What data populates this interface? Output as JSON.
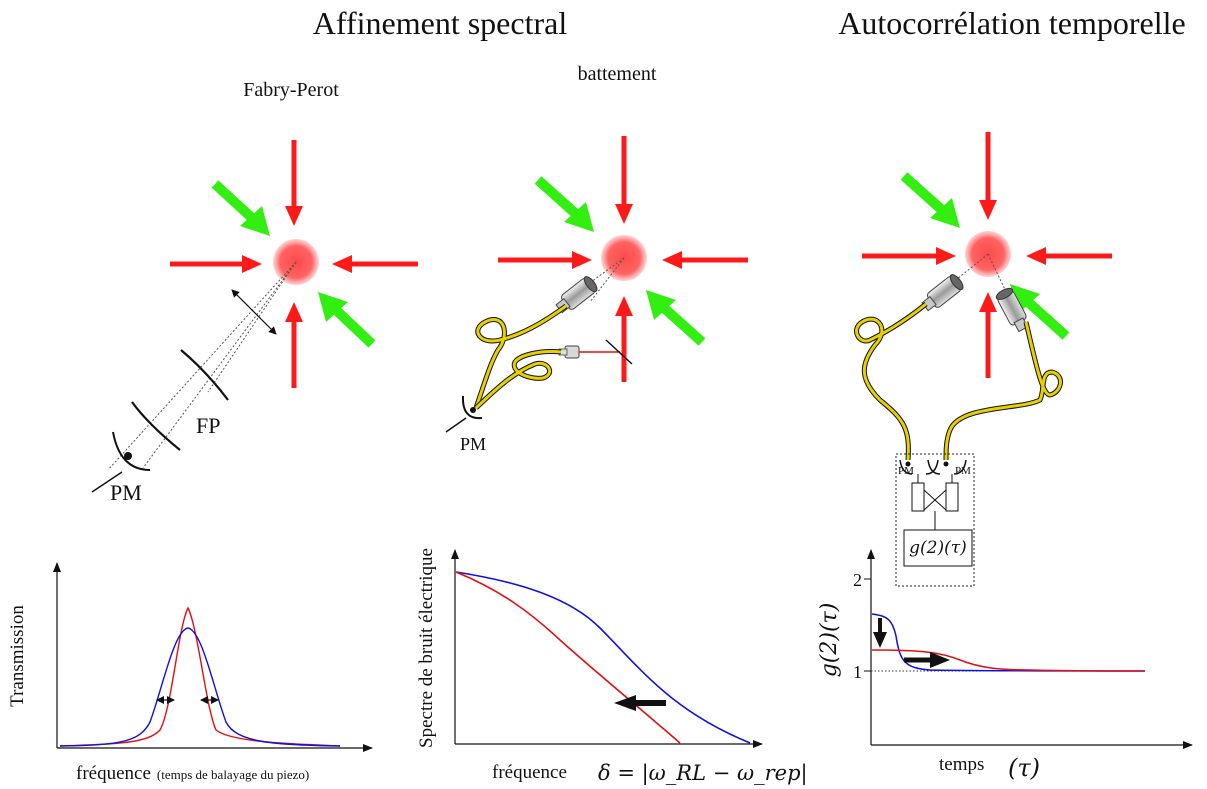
{
  "headings": {
    "spectral": "Affinement spectral",
    "temporal": "Autocorrélation temporelle"
  },
  "panels": {
    "fabry_perot": {
      "title": "Fabry-Perot",
      "fp_label": "FP",
      "pm_label": "PM"
    },
    "battement": {
      "title": "battement",
      "pm_label": "PM"
    },
    "autocorrelation": {
      "pm_left": "PM",
      "pm_right": "PM",
      "correlator": "g(2)(τ)"
    }
  },
  "colors": {
    "laser_arrow": "#ff1a1a",
    "probe_arrow": "#33ee11",
    "cloud": "#ff4a4a",
    "fiber": "#e8d000",
    "curve_before": "#1010e0",
    "curve_after": "#e01010"
  },
  "charts": {
    "transmission": {
      "ylabel": "Transmission",
      "xlabel_main": "fréquence",
      "xlabel_note": "(temps de balayage du piezo)"
    },
    "noise": {
      "ylabel": "Spectre de bruit électrique",
      "xlabel_main": "fréquence",
      "xlabel_math": "δ = |ω_RL − ω_rep|"
    },
    "g2": {
      "ylabel": "g(2)(τ)",
      "tick_2": "2",
      "tick_1": "1",
      "xlabel_main": "temps",
      "xlabel_math": "(τ)"
    }
  }
}
